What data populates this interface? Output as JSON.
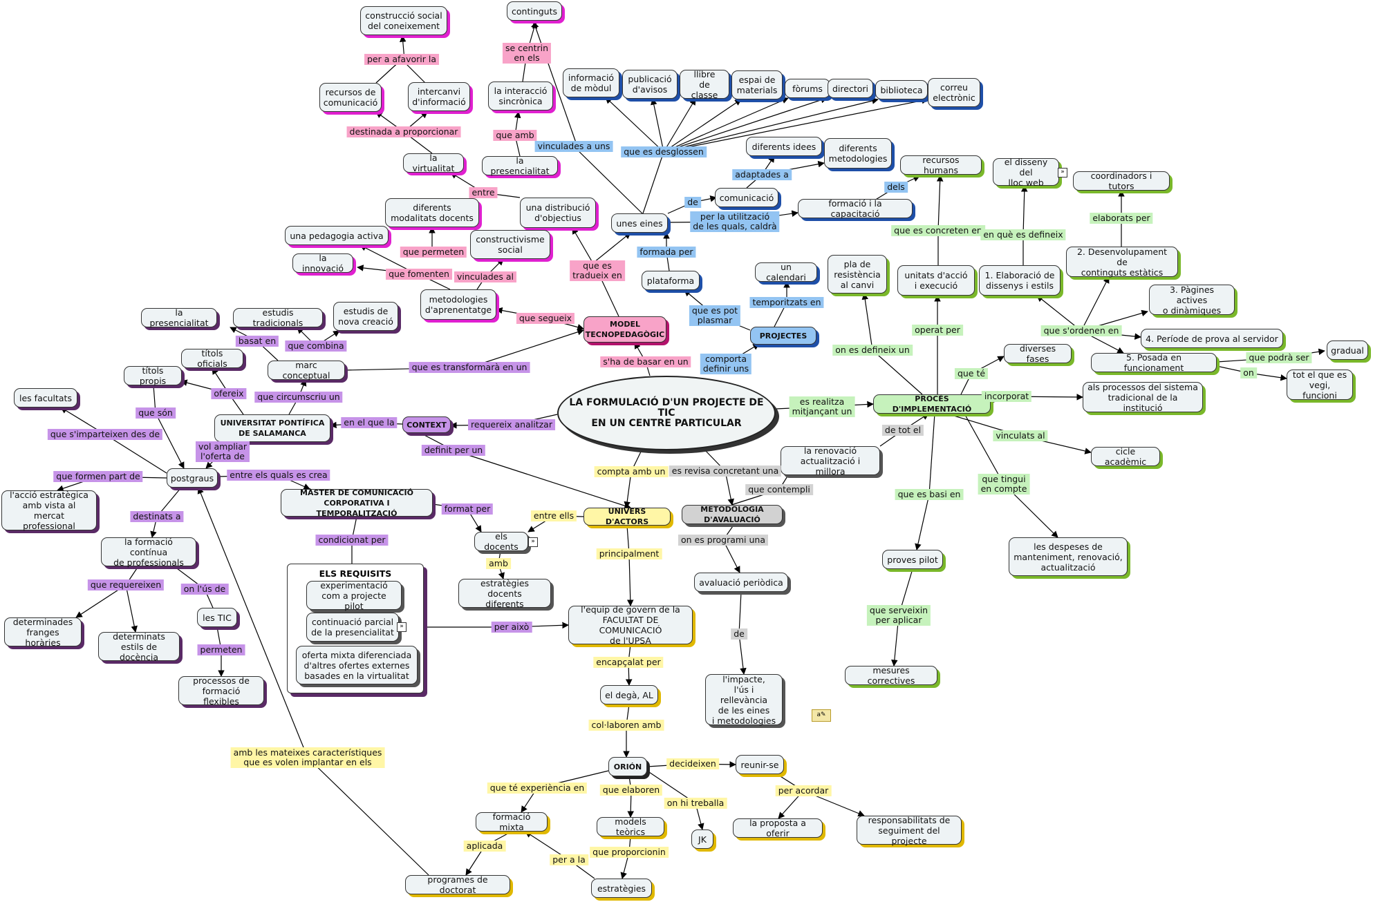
{
  "requisits": {
    "title": "ELS REQUISITS",
    "items": [
      "experimentació\ncom a projecte pilot",
      "continuació parcial\nde la presencialitat",
      "oferta mixta diferenciada\nd'altres ofertes externes\nbasades en la virtualitat"
    ]
  },
  "icons": {
    "expand_glyph": "»",
    "note_glyph": "a✎"
  },
  "colors": {
    "pink": "#f48fb6",
    "purple": "#c08ae6",
    "blue": "#8fc0f0",
    "green": "#b8f0b0",
    "yellow": "#fff59a",
    "gray": "#c8c8c8"
  },
  "nodes": {
    "main": "LA FORMULACIÓ D'UN PROJECTE DE TIC\nEN UN CENTRE PARTICULAR",
    "model": "MODEL\nTECNOPEDAGÒGIC",
    "context": "CONTEXT",
    "projectes": "PROJECTES",
    "proces": "PROCÉS D'IMPLEMENTACIÓ",
    "univers": "UNIVERS D'ACTORS",
    "metodologia": "METODOLOGIA D'AVALUACIÓ",
    "upsa": "UNIVERSITAT PONTÍFICA\nDE SALAMANCA",
    "master": "MÀSTER DE COMUNICACIÓ\nCORPORATIVA I TEMPORALITZACIÓ",
    "orion": "ORIÓN",
    "construccio": "construcció social\ndel coneixement",
    "continguts": "continguts",
    "recursos_com": "recursos de\ncomunicació",
    "intercanvi": "intercanvi\nd'informació",
    "interaccio": "la interacció\nsincrònica",
    "virtualitat": "la virtualitat",
    "presencialitat_top": "la presencialitat",
    "diferents_modalitats": "diferents\nmodalitats docents",
    "distribucio": "una distribució\nd'objectius",
    "pedagogia": "una pedagogia activa",
    "constructivisme": "constructivisme\nsocial",
    "innovacio": "la innovació",
    "metodologies": "metodologies\nd'aprenentatge",
    "informacio_modul": "informació\nde mòdul",
    "publicacio_avisos": "publicació\nd'avisos",
    "llibre_classe": "llibre\nde classe",
    "espai_materials": "espai de\nmaterials",
    "forums": "fòrums",
    "directori": "directori",
    "biblioteca": "biblioteca",
    "correu": "correu\nelectrònic",
    "unes_eines": "unes eines",
    "diferents_idees": "diferents idees",
    "diferents_metodologies": "diferents\nmetodologies",
    "comunicacio": "comunicació",
    "formacio_capacitacio": "formació i la capacitació",
    "recursos_humans": "recursos humans",
    "plataforma": "plataforma",
    "un_calendari": "un calendari",
    "pla_resistencia": "pla de\nresistència\nal canvi",
    "unitats_accio": "unitats d'acció\ni execució",
    "disseny_web": "el disseny del\nlloc web",
    "coordinadors": "coordinadors i tutors",
    "elaboracio": "1. Elaboració de\ndissenys i estils",
    "desenvolupament": "2. Desenvolupament de\ncontinguts estàtics",
    "pagines_actives": "3. Pàgines actives\no dinàmiques",
    "periode_prova": "4. Període de prova al servidor",
    "posada_funcionament": "5. Posada en funcionament",
    "gradual": "gradual",
    "tot_el_que": "tot el que es\nvegi, funcioni",
    "diverses_fases": "diverses fases",
    "processos_sistema": "als processos del sistema\ntradicional de la institució",
    "cicle_academic": "cicle acadèmic",
    "despeses": "les despeses de\nmanteniment, renovació,\nactualització",
    "renovacio": "la renovació\nactualització i millora",
    "proves_pilot": "proves pilot",
    "mesures_correctives": "mesures correctives",
    "avaluacio_periodica": "avaluació periòdica",
    "impacte": "l'impacte,\nl'ús i rellevància\nde les eines\ni metodologies",
    "presencialitat_left": "la presencialitat",
    "estudis_tradicionals": "estudis tradicionals",
    "estudis_nova": "estudis de\nnova creació",
    "titols_oficials": "títols oficials",
    "titols_propis": "títols propis",
    "marc_conceptual": "marc conceptual",
    "facultats": "les facultats",
    "postgraus": "postgraus",
    "accio_estrategica": "l'acció estratègica\namb vista al mercat\nprofessional",
    "formacio_continua": "la formació contínua\nde professionals",
    "franges": "determinades\nfranges horàries",
    "estils_docencia": "determinats\nestils de docència",
    "les_tic": "les TIC",
    "processos_flexibles": "processos de\nformació flexibles",
    "els_docents": "els docents",
    "estrategies_docents": "estratègies docents\ndiferents",
    "equip_govern": "l'equip de govern de la\nFACULTAT DE COMUNICACIÓ\nde l'UPSA",
    "el_dega": "el degà, AL",
    "reunir": "reunir-se",
    "proposta": "la proposta a oferir",
    "responsabilitats": "responsabilitats de\nseguiment del projecte",
    "formacio_mixta": "formació mixta",
    "models_teorics": "models teòrics",
    "jk": "JK",
    "programes_doctorat": "programes de doctorat",
    "estrategies": "estratègies"
  },
  "links": {
    "per_a_afavorir": "per a afavorir la",
    "se_centrin": "se centrin\nen els",
    "destinada": "destinada a proporcionar",
    "que_amb": "que amb",
    "vinculades_uns": "vinculades a uns",
    "que_es_desglossen": "que es desglossen",
    "entre": "entre",
    "que_permeten": "que permeten",
    "que_fomenten": "que fomenten",
    "vinculades_al": "vinculades al",
    "que_es_tradueix": "que es\ntradueix en",
    "que_segueix": "que segueix",
    "adaptades_a": "adaptades a",
    "de": "de",
    "per_la_utilitzacio": "per la utilització\nde les quals, caldrà",
    "dels": "dels",
    "formada_per": "formada per",
    "que_es_pot_plasmar": "que es pot\nplasmar",
    "temporitzats_en": "temporitzats en",
    "comporta": "comporta\ndefinir uns",
    "sha_de_basar": "s'ha de basar en un",
    "que_es_concreten": "que es concreten en",
    "en_que_es_defineix": "en què es defineix",
    "elaborats_per": "elaborats per",
    "que_sordenen": "que s'ordenen en",
    "que_podra_ser": "que podrà ser",
    "on": "on",
    "on_es_defineix": "on es defineix un",
    "operat_per": "operat per",
    "que_te": "que té",
    "incorporat": "incorporat",
    "es_realitza": "es realitza\nmitjançant un",
    "de_tot_el": "de tot el",
    "vinculats_al": "vinculats al",
    "que_tingui": "que tingui\nen compte",
    "que_es_basi": "que es basi en",
    "que_serveixin": "que serveixin\nper aplicar",
    "que_contempli": "que contempli",
    "es_revisa": "es revisa concretant una",
    "on_es_programi": "on es programi una",
    "de_gray": "de",
    "basat_en": "basat en",
    "que_combina": "que combina",
    "ofereix": "ofereix",
    "que_circumscriu": "que circumscriu un",
    "que_es_transformara": "que es transformarà en un",
    "que_son": "que són",
    "que_simparteixen": "que s'imparteixen des de",
    "en_el_que_la": "en el que la",
    "requereix_analitzar": "requereix analitzar",
    "definit_per_un": "definit per un",
    "vol_ampliar": "vol ampliar\nl'oferta de",
    "que_formen_part": "que formen part de",
    "entre_els_quals": "entre els quals es crea",
    "destinats_a": "destinats a",
    "que_requereixen": "que requereixen",
    "on_lus_de": "on l'ús de",
    "permeten": "permeten",
    "format_per": "format per",
    "condicionat_per": "condicionat per",
    "per_aixo": "per això",
    "compta_amb_un": "compta amb un",
    "entre_ells": "entre ells",
    "amb": "amb",
    "principalment": "principalment",
    "encapcalat_per": "encapçalat per",
    "col_laboren_amb": "col·laboren amb",
    "decideixen": "decideixen",
    "per_acordar": "per acordar",
    "que_te_experiencia": "que té experiència en",
    "que_elaboren": "que elaboren",
    "on_hi_treballa": "on hi treballa",
    "aplicada": "aplicada",
    "per_a_la": "per a la",
    "que_proporcionin": "que proporcionin",
    "amb_les_mateixes": "amb les mateixes característiques\nque es volen implantar en els"
  }
}
